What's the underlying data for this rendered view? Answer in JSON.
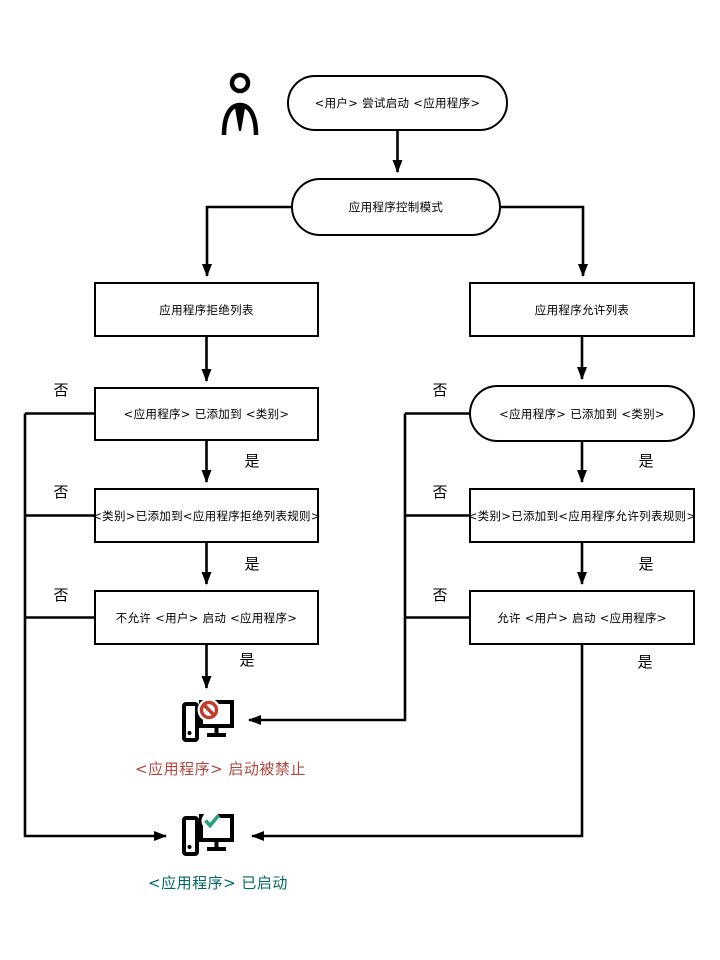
{
  "flow": {
    "start": "<用户> 尝试启动 <应用程序>",
    "mode": "应用程序控制模式",
    "left": {
      "list": "应用程序拒绝列表",
      "check1": "<应用程序> 已添加到 <类别>",
      "check2": "<类别>已添加到<应用程序拒绝列表规则>",
      "action": "不允许 <用户> 启动 <应用程序>",
      "result": "<应用程序> 启动被禁止"
    },
    "right": {
      "list": "应用程序允许列表",
      "check1": "<应用程序> 已添加到 <类别>",
      "check2": "<类别>已添加到<应用程序允许列表规则>",
      "action": "允许 <用户> 启动 <应用程序>",
      "result": "<应用程序> 已启动"
    },
    "labels": {
      "yes": "是",
      "no": "否"
    }
  },
  "icons": {
    "user": "user-icon",
    "blocked_computer": "blocked-computer-icon",
    "started_computer": "started-computer-icon"
  },
  "colors": {
    "line": "#000000",
    "blocked-text": "#b2473e",
    "blocked-sign": "#c23b2c",
    "started-text": "#00695f",
    "started-check": "#26a17b",
    "background": "#ffffff"
  }
}
